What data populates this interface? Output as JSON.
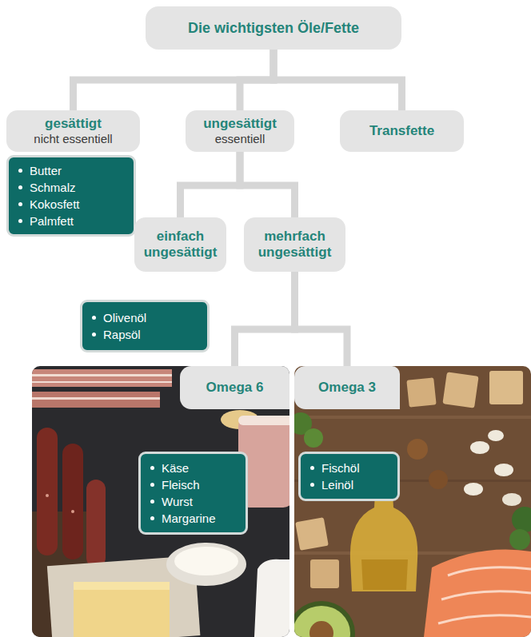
{
  "diagram": {
    "nodes": [
      {
        "text": [
          "Die wichtigsten Öle/Fette"
        ]
      },
      {
        "text": [
          "gesättigt",
          "nicht essentiell"
        ]
      },
      {
        "text": [
          "ungesättigt",
          "essentiell"
        ]
      },
      {
        "text": [
          "Transfette"
        ]
      },
      {
        "text": [
          "Butter",
          "Schmalz",
          "Kokosfett",
          "Palmfett"
        ]
      },
      {
        "text": [
          "einfach ungesättigt"
        ]
      },
      {
        "text": [
          "mehrfach ungesättigt"
        ]
      },
      {
        "text": [
          "Olivenöl",
          "Rapsöl"
        ]
      },
      {
        "text": [
          "Omega 6"
        ]
      },
      {
        "text": [
          "Omega 3"
        ]
      },
      {
        "text": [
          "Käse",
          "Fleisch",
          "Wurst",
          "Margarine"
        ]
      },
      {
        "text": [
          "Fischöl",
          "Leinöl"
        ]
      }
    ],
    "edges": [
      {
        "from": 0,
        "to": 1,
        "arrow": "none"
      },
      {
        "from": 0,
        "to": 2,
        "arrow": "none"
      },
      {
        "from": 0,
        "to": 3,
        "arrow": "none"
      },
      {
        "from": 2,
        "to": 5,
        "arrow": "none"
      },
      {
        "from": 2,
        "to": 6,
        "arrow": "none"
      },
      {
        "from": 6,
        "to": 8,
        "arrow": "none"
      },
      {
        "from": 6,
        "to": 9,
        "arrow": "none"
      }
    ]
  }
}
